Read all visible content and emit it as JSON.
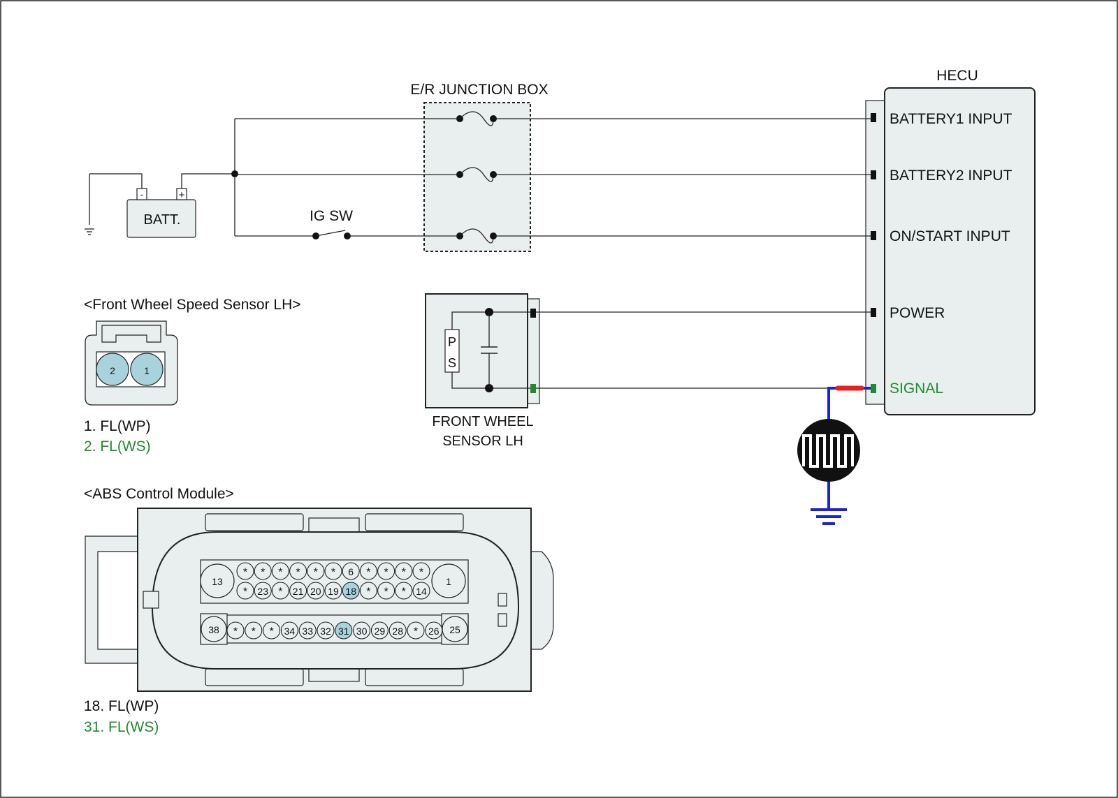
{
  "hecu": {
    "title": "HECU",
    "inputs": [
      "BATTERY1 INPUT",
      "BATTERY2 INPUT",
      "ON/START INPUT",
      "POWER",
      "SIGNAL"
    ]
  },
  "junction_box": {
    "title": "E/R JUNCTION BOX"
  },
  "battery": {
    "label": "BATT.",
    "neg": "-",
    "pos": "+"
  },
  "ig_switch": {
    "label": "IG SW"
  },
  "sensor": {
    "title_line1": "FRONT WHEEL",
    "title_line2": "SENSOR LH",
    "p": "P",
    "s": "S"
  },
  "sensor_connector": {
    "title": "<Front Wheel Speed Sensor LH>",
    "pins": [
      "2",
      "1"
    ],
    "legend": [
      "1. FL(WP)",
      "2. FL(WS)"
    ]
  },
  "abs_module": {
    "title": "<ABS Control Module>",
    "row1_top": [
      "*",
      "*",
      "*",
      "*",
      "*",
      "*",
      "6",
      "*",
      "*",
      "*",
      "*"
    ],
    "row1_bottom": [
      "*",
      "23",
      "*",
      "21",
      "20",
      "19",
      "18",
      "*",
      "*",
      "*",
      "14"
    ],
    "row1_left": "13",
    "row1_right": "1",
    "row2": [
      "*",
      "*",
      "*",
      "34",
      "33",
      "32",
      "31",
      "30",
      "29",
      "28",
      "*",
      "26"
    ],
    "row2_left": "38",
    "row2_right": "25",
    "legend": [
      "18. FL(WP)",
      "31. FL(WS)"
    ]
  },
  "colors": {
    "signal_green": "#1f8a2e",
    "pin_highlight": "#a9d3dc",
    "probe_blue": "#1a22dd",
    "probe_red": "#e8201c",
    "panel_fill": "#e9efef"
  }
}
